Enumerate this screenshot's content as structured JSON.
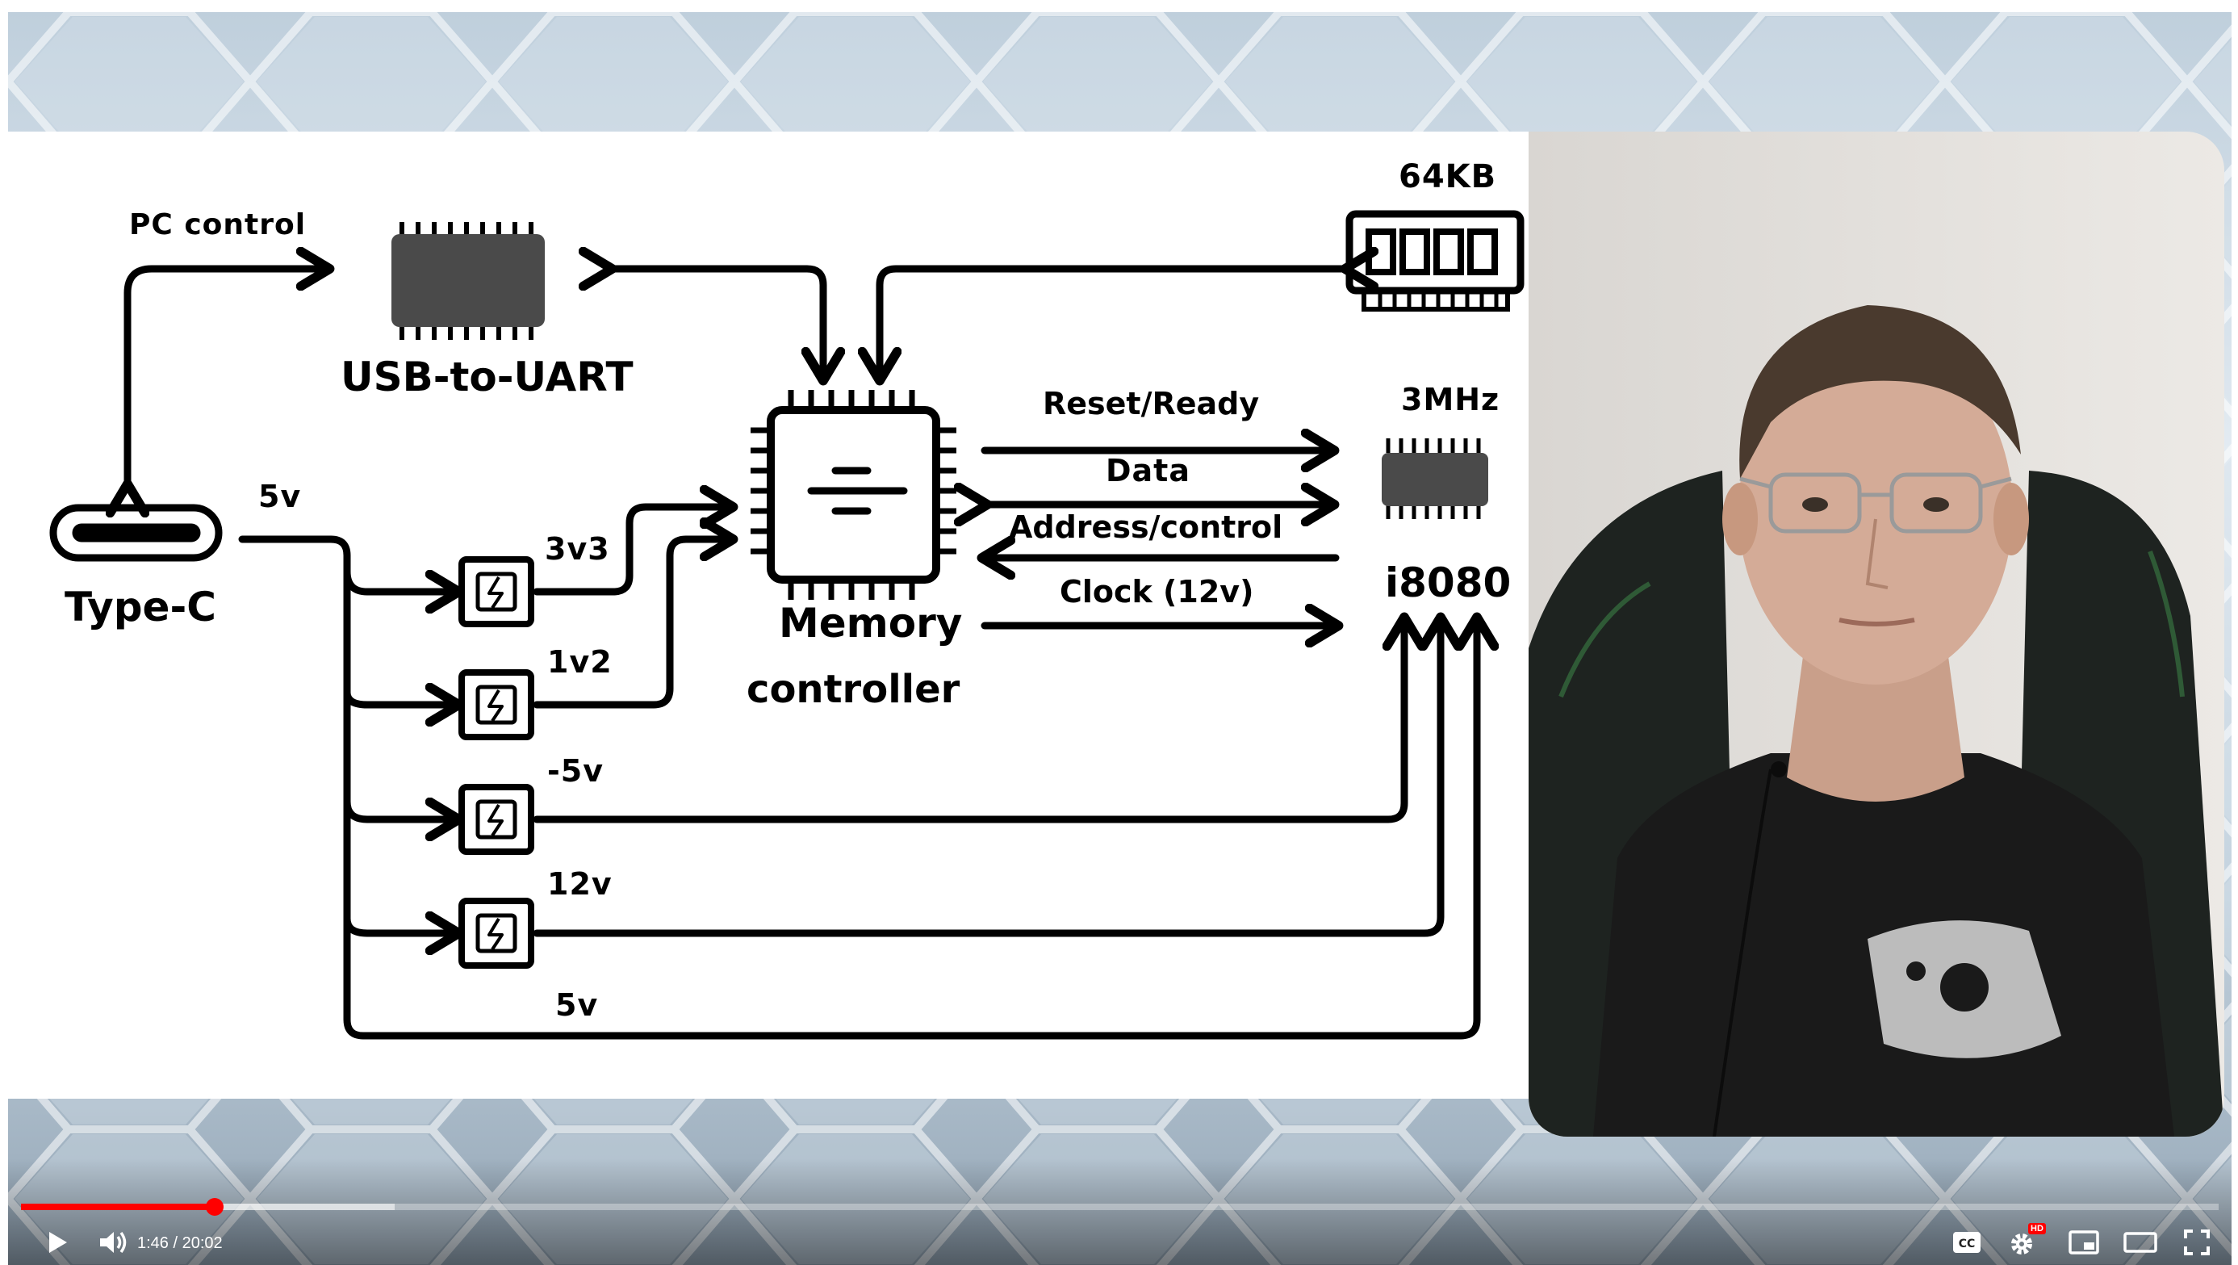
{
  "diagram": {
    "pc_control": "PC control",
    "usb_uart": "USB-to-UART",
    "type_c": "Type-C",
    "five_v_top": "5v",
    "v3v3": "3v3",
    "v1v2": "1v2",
    "vneg5": "-5v",
    "v12": "12v",
    "five_v_bottom": "5v",
    "memory_line1": "Memory",
    "memory_line2": "controller",
    "ram_label": "64KB",
    "cpu_speed": "3MHz",
    "cpu_name": "i8080",
    "sig_reset": "Reset/Ready",
    "sig_data": "Data",
    "sig_address": "Address/control",
    "sig_clock": "Clock (12v)"
  },
  "player": {
    "current_time": "1:46",
    "separator": " / ",
    "duration": "20:02",
    "progress_fraction": 0.088,
    "buffered_fraction": 0.17,
    "accent": "#ff0000",
    "settings_badge": "HD",
    "icons": {
      "play": "play-icon",
      "volume": "volume-icon",
      "captions": "captions-icon",
      "settings": "gear-icon",
      "miniplayer": "miniplayer-icon",
      "theater": "theater-mode-icon",
      "fullscreen": "fullscreen-icon"
    }
  }
}
